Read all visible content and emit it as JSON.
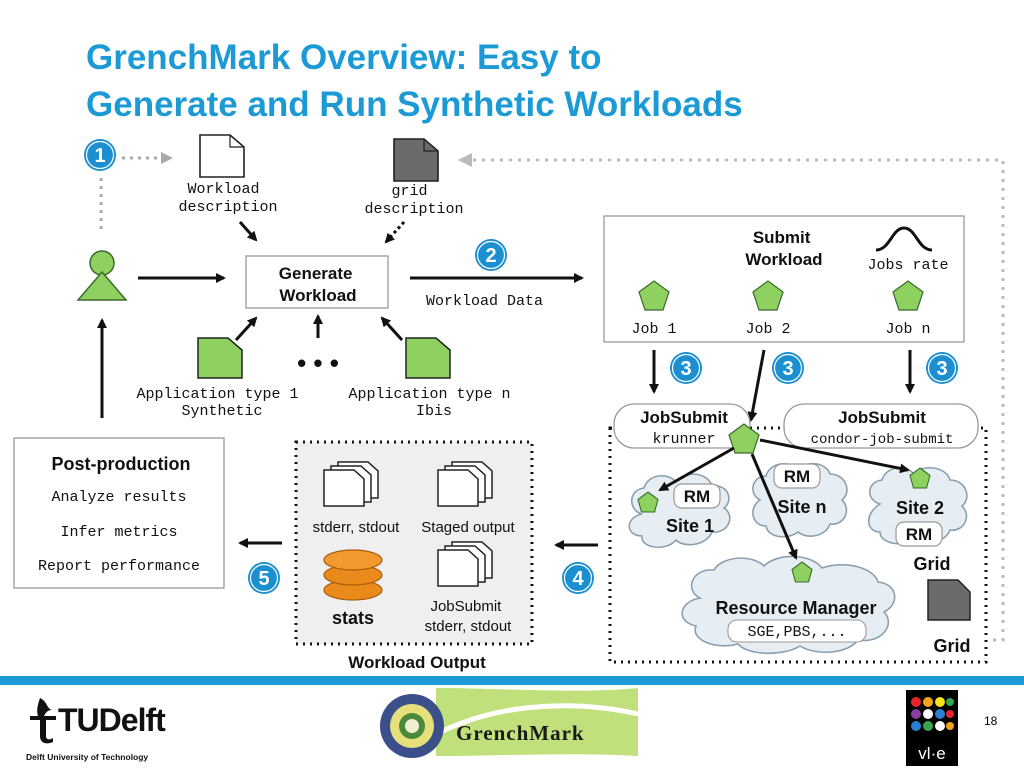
{
  "title": {
    "line1": "GrenchMark Overview: Easy to",
    "line2": "Generate and Run Synthetic Workloads"
  },
  "steps": [
    "1",
    "2",
    "3",
    "3",
    "3",
    "4",
    "5"
  ],
  "inputs": {
    "workload_description": [
      "Workload",
      "description"
    ],
    "grid_description": [
      "grid",
      "description"
    ]
  },
  "generate": [
    "Generate",
    "Workload"
  ],
  "workload_data": "Workload Data",
  "app_types": {
    "type1": [
      "Application type 1",
      "Synthetic"
    ],
    "ellipsis": "• • •",
    "typen": [
      "Application type n",
      "Ibis"
    ]
  },
  "submit_panel": {
    "title": [
      "Submit",
      "Workload"
    ],
    "jobs_rate": "Jobs rate",
    "jobs": [
      "Job 1",
      "Job 2",
      "Job n"
    ]
  },
  "jobsubmit_left": {
    "title": "JobSubmit",
    "cmd": "krunner"
  },
  "jobsubmit_right": {
    "title": "JobSubmit",
    "cmd": "condor-job-submit"
  },
  "grid_sites": {
    "site1": "Site 1",
    "siten": "Site n",
    "site2": "Site 2",
    "rm": "RM",
    "grid_label_top": "Grid",
    "grid_label_bottom": "Grid"
  },
  "resource_manager": {
    "title": "Resource Manager",
    "sub": "SGE,PBS,..."
  },
  "workload_output": {
    "stderr_stdout": "stderr, stdout",
    "staged_output": "Staged output",
    "stats": "stats",
    "jobsubmit_out": [
      "JobSubmit",
      "stderr, stdout"
    ],
    "caption": "Workload Output"
  },
  "post_production": {
    "title": "Post-production",
    "items": [
      "Analyze results",
      "Infer metrics",
      "Report performance"
    ]
  },
  "footer": {
    "tud_word": "TUDelft",
    "tud_sub": "Delft University of Technology",
    "grenchmark": "GrenchMark",
    "vle": "vl·e",
    "page_number": "18"
  },
  "colors": {
    "accent_blue": "#1b9ad6",
    "green": "#8fd160",
    "orange": "#e98a1a"
  }
}
